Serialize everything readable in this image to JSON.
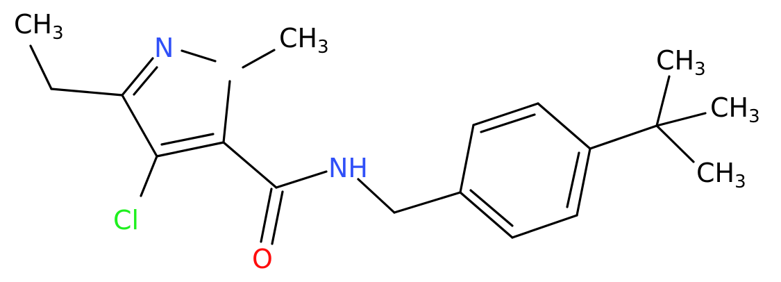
{
  "molecule": {
    "atoms": {
      "n2": {
        "text": "N"
      },
      "n1_methyl": {
        "text": "CH",
        "sub": "3"
      },
      "ethyl_ch3": {
        "text": "CH",
        "sub": "3"
      },
      "cl": {
        "text": "Cl"
      },
      "nh": {
        "text": "NH"
      },
      "o": {
        "text": "O"
      },
      "tbu_ch3_top": {
        "text": "CH",
        "sub": "3"
      },
      "tbu_ch3_right": {
        "text": "CH",
        "sub": "3"
      },
      "tbu_ch3_bottom": {
        "text": "CH",
        "sub": "3"
      }
    },
    "colors": {
      "carbon": "#000000",
      "nitrogen": "#3050F8",
      "oxygen": "#FF0D0D",
      "chlorine": "#1FF01F"
    }
  }
}
